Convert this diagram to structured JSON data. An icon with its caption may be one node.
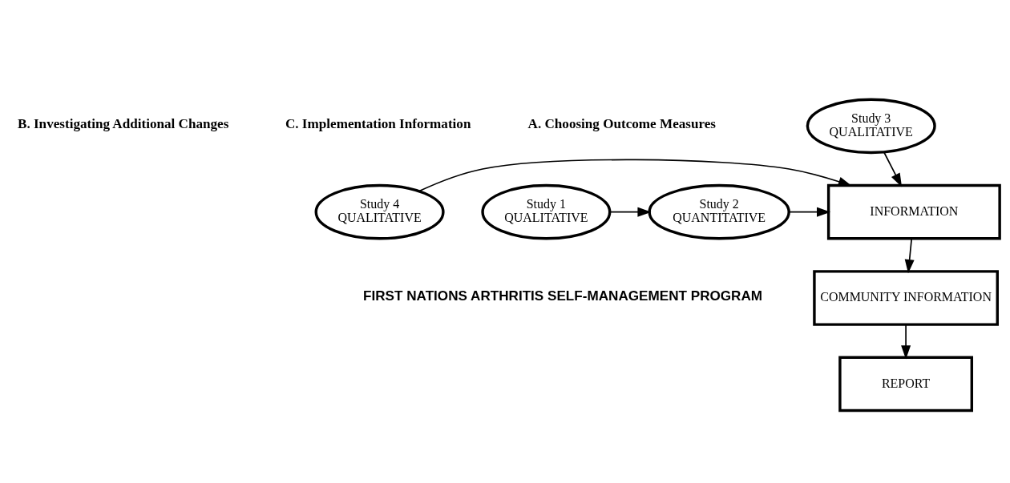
{
  "diagram": {
    "nodes": [
      {
        "text": [
          "Study 1",
          "QUALITATIVE"
        ]
      },
      {
        "text": [
          "Study 2",
          "QUANTITATIVE"
        ]
      },
      {
        "text": [
          "Study 3",
          "QUALITATIVE"
        ]
      },
      {
        "text": [
          "INFORMATION"
        ]
      },
      {
        "text": [
          "Study 4",
          "QUALITATIVE"
        ]
      },
      {
        "text": [
          "COMMUNITY INFORMATION"
        ]
      },
      {
        "text": [
          "REPORT"
        ]
      }
    ],
    "edges": [
      {
        "from": 0,
        "to": 1,
        "arrow": "to"
      },
      {
        "from": 1,
        "to": 3,
        "arrow": "to"
      },
      {
        "from": 2,
        "to": 3,
        "arrow": "to"
      },
      {
        "from": 4,
        "to": 3,
        "arrow": "to"
      },
      {
        "from": 3,
        "to": 5,
        "arrow": "to"
      },
      {
        "from": 5,
        "to": 6,
        "arrow": "to"
      }
    ],
    "labels": [
      "B. Investigating Additional Changes",
      "C. Implementation Information",
      "A. Choosing Outcome Measures",
      "FIRST NATIONS ARTHRITIS SELF-MANAGEMENT PROGRAM"
    ]
  }
}
